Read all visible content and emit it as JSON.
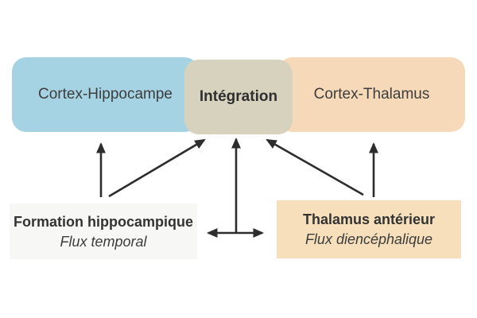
{
  "diagram": {
    "top_bar": {
      "cortex_hippocampe": {
        "label": "Cortex-Hippocampe",
        "bg": "#a6d3e4"
      },
      "integration": {
        "label": "Intégration",
        "bg": "#d6d2bd"
      },
      "cortex_thalamus": {
        "label": "Cortex-Thalamus",
        "bg": "#f5d9b8"
      }
    },
    "nodes": {
      "formation_hippocampique": {
        "title": "Formation hippocampique",
        "subtitle": "Flux temporal",
        "bg": "#f7f7f6"
      },
      "thalamus_anterieur": {
        "title": "Thalamus antérieur",
        "subtitle": "Flux diencéphalique",
        "bg": "#f6dfba"
      }
    },
    "arrows": [
      {
        "from": "Formation hippocampique",
        "to": "Cortex-Hippocampe",
        "bidirectional": false
      },
      {
        "from": "Formation hippocampique",
        "to": "Intégration",
        "bidirectional": false
      },
      {
        "from": "liaison Formation-Thalamus",
        "to": "Intégration",
        "bidirectional": false
      },
      {
        "from": "Thalamus antérieur",
        "to": "Intégration",
        "bidirectional": false
      },
      {
        "from": "Thalamus antérieur",
        "to": "Cortex-Thalamus",
        "bidirectional": false
      },
      {
        "from": "Formation hippocampique",
        "to": "Thalamus antérieur",
        "bidirectional": true
      }
    ],
    "colors": {
      "arrow": "#2d2d2d",
      "text": "#3d3d3d",
      "background": "#ffffff"
    }
  }
}
